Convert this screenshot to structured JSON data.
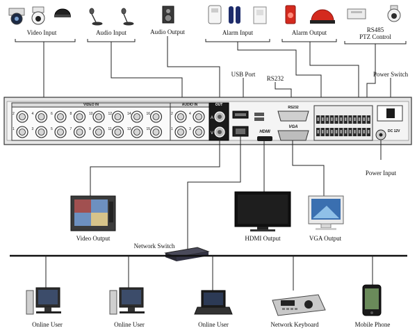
{
  "labels": {
    "video_input": "Video Input",
    "audio_input": "Audio Input",
    "audio_output": "Audio Output",
    "alarm_input": "Alarm Input",
    "alarm_output": "Alarm Output",
    "rs485_line1": "RS485",
    "rs485_line2": "PTZ Control",
    "usb_port": "USB Port",
    "rs232": "RS232",
    "power_switch": "Power Switch",
    "power_input": "Power Input",
    "video_output": "Video Output",
    "hdmi_output": "HDMI Output",
    "vga_output": "VGA Output",
    "network_switch": "Network Switch",
    "online_user_1": "Online User",
    "online_user_2": "Online User",
    "online_user_3": "Online User",
    "network_keyboard": "Network Keyboard",
    "mobile_phone": "Mobile Phone"
  },
  "panel": {
    "video_in": "VIDEO IN",
    "audio_in": "AUDIO IN",
    "out": "OUT",
    "a": "A",
    "v": "V",
    "rs232": "RS232",
    "hdmi": "HDMI",
    "vga": "VGA",
    "dc": "DC 12V",
    "video_top_numbers": [
      "2",
      "4",
      "6",
      "8",
      "10",
      "12",
      "14",
      "16"
    ],
    "video_bottom_numbers": [
      "1",
      "3",
      "5",
      "7",
      "9",
      "11",
      "13",
      "15"
    ],
    "audio_top_numbers": [
      "2",
      "4"
    ],
    "audio_bottom_numbers": [
      "1",
      "3"
    ]
  },
  "colors": {
    "panel_dark": "#1a1a1a",
    "panel_body": "#f2f2f2",
    "line": "#222222",
    "alarm_red": "#d42a1e",
    "screen_blue": "#3a6fb0"
  }
}
